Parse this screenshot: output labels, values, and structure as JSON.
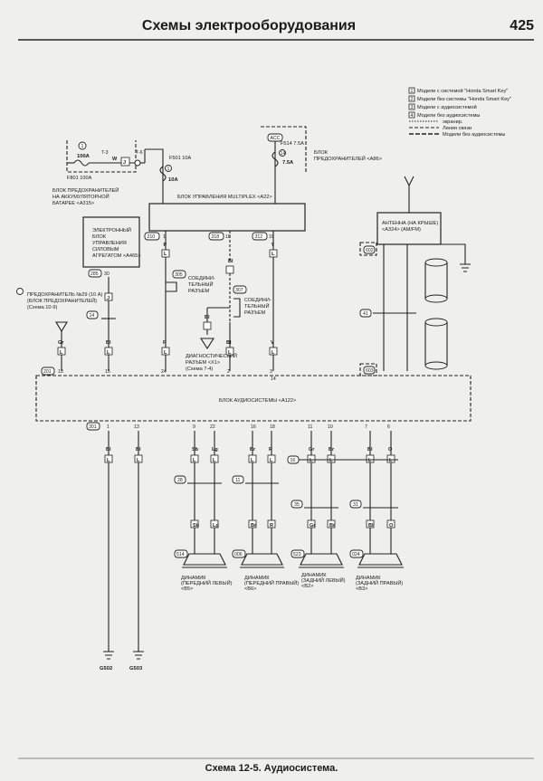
{
  "header": {
    "title": "Схемы электрооборудования",
    "page_number": "425"
  },
  "footer": {
    "caption": "Схема 12-5. Аудиосистема."
  },
  "legend": {
    "items": [
      {
        "num": "1",
        "text": "Модели с системой \"Honda Smart Key\""
      },
      {
        "num": "2",
        "text": "Модели без системы \"Honda Smart Key\""
      },
      {
        "num": "3",
        "text": "Модели с аудиосистемой"
      },
      {
        "num": "4",
        "text": "Модели без аудиосистемы"
      }
    ],
    "lines": [
      {
        "text": "экранир."
      },
      {
        "text": "Линия связи"
      },
      {
        "text": "Модели без аудиосистемы"
      }
    ]
  },
  "fuses": {
    "battery_fuse": {
      "label": "F801 100A",
      "rating": "100A",
      "num": "1",
      "terminal": "T-3"
    },
    "multiplex_fuse": {
      "label": "F501 10A",
      "rating": "10A",
      "num": "1",
      "terminal": "T-6"
    },
    "acc_fuse": {
      "label": "F514 7.5A",
      "rating": "7.5A",
      "num": "14",
      "acc": "ACC"
    }
  },
  "labels": {
    "battery_box": "БЛОК ПРЕДОХРАНИТЕЛЕЙ НА АККУМУЛЯТОРНОЙ БАТАРЕЕ <A315>",
    "fuse_box_a86": "БЛОК ПРЕДОХРАНИТЕЛЕЙ <A86>",
    "multiplex": "БЛОК УПРАВЛЕНИЯ MULTIPLEX <A22>",
    "engine_ecu": "ЭЛЕКТРОННЫЙ БЛОК УПРАВЛЕНИЯ СИЛОВЫМ АГРЕГАТОМ <A465>",
    "fuse29": "ПРЕДОХРАНИТЕЛЬ №29 (10 A) (БЛОК ПРЕДОХРАНИТЕЛЕЙ) (Схема 10-9)",
    "connector1": "СОЕДИНИ-ТЕЛЬНЫЙ РАЗЪЕМ",
    "connector2": "СОЕДИНИ-ТЕЛЬНЫЙ РАЗЪЕМ",
    "diag": "ДИАГНОСТИЧЕСКИЙ РАЗЪЕМ <X1> (Схема 7-4)",
    "antenna": "АНТЕННА (НА КРЫШЕ) <A324> (AM/FM)",
    "audio_unit": "БЛОК АУДИОСИСТЕМЫ <A122>",
    "speaker_fl": "ДИНАМИК (ПЕРЕДНИЙ ЛЕВЫЙ) <B5>",
    "speaker_fr": "ДИНАМИК (ПЕРЕДНИЙ ПРАВЫЙ) <B6>",
    "speaker_rl": "ДИНАМИК (ЗАДНИЙ ЛЕВЫЙ) <B2>",
    "speaker_rr": "ДИНАМИК (ЗАДНИЙ ПРАВЫЙ) <B3>",
    "ground1": "G502",
    "ground2": "G503"
  },
  "connectors": {
    "ecu_code": "285",
    "ecu_pin": "30",
    "mux_codes": [
      "210",
      "318",
      "312"
    ],
    "mux_pins": [
      "1",
      "18",
      "10"
    ],
    "c305": "305",
    "c307": "307",
    "c14": "14",
    "c41": "41",
    "c603": "603",
    "c602": "602",
    "audio_top_code": "201",
    "audio_top_pins": [
      "13",
      "15",
      "24",
      "2",
      "3",
      "14"
    ],
    "audio_bottom_code": "301",
    "audio_bottom_pins": [
      "1",
      "13",
      "9",
      "22",
      "16",
      "18",
      "11",
      "10",
      "7",
      "6"
    ],
    "c28": "28",
    "c11": "11",
    "c16": "16",
    "c35": "35",
    "c31": "31",
    "speaker_codes": [
      "514",
      "006",
      "523",
      "024"
    ]
  },
  "wire_colors": {
    "fuse_w": "W",
    "fuse_j": "J",
    "fuse_y": "Y",
    "mux_p": "P",
    "mux_l": "L",
    "mux_y": "Y",
    "mux_bl": "Bl",
    "ecu_j": "J",
    "gr": "Gr",
    "bl": "Bl",
    "p": "P",
    "v": "V",
    "lo_bl1": "Bl",
    "lo_bl2": "Bl",
    "fl_a": "Sb",
    "fl_b": "Lg",
    "fr_a": "Br",
    "fr_b": "R",
    "rl_a": "Gr",
    "rl_b": "Br",
    "rr_a": "Bl",
    "rr_b": "O",
    "fl2_a": "Sb",
    "fl2_b": "Lg",
    "fr2_a": "Br",
    "fr2_b": "R",
    "rl2_a": "Gr",
    "rl2_b": "Br",
    "rr2_a": "Bl",
    "rr2_b": "O"
  }
}
